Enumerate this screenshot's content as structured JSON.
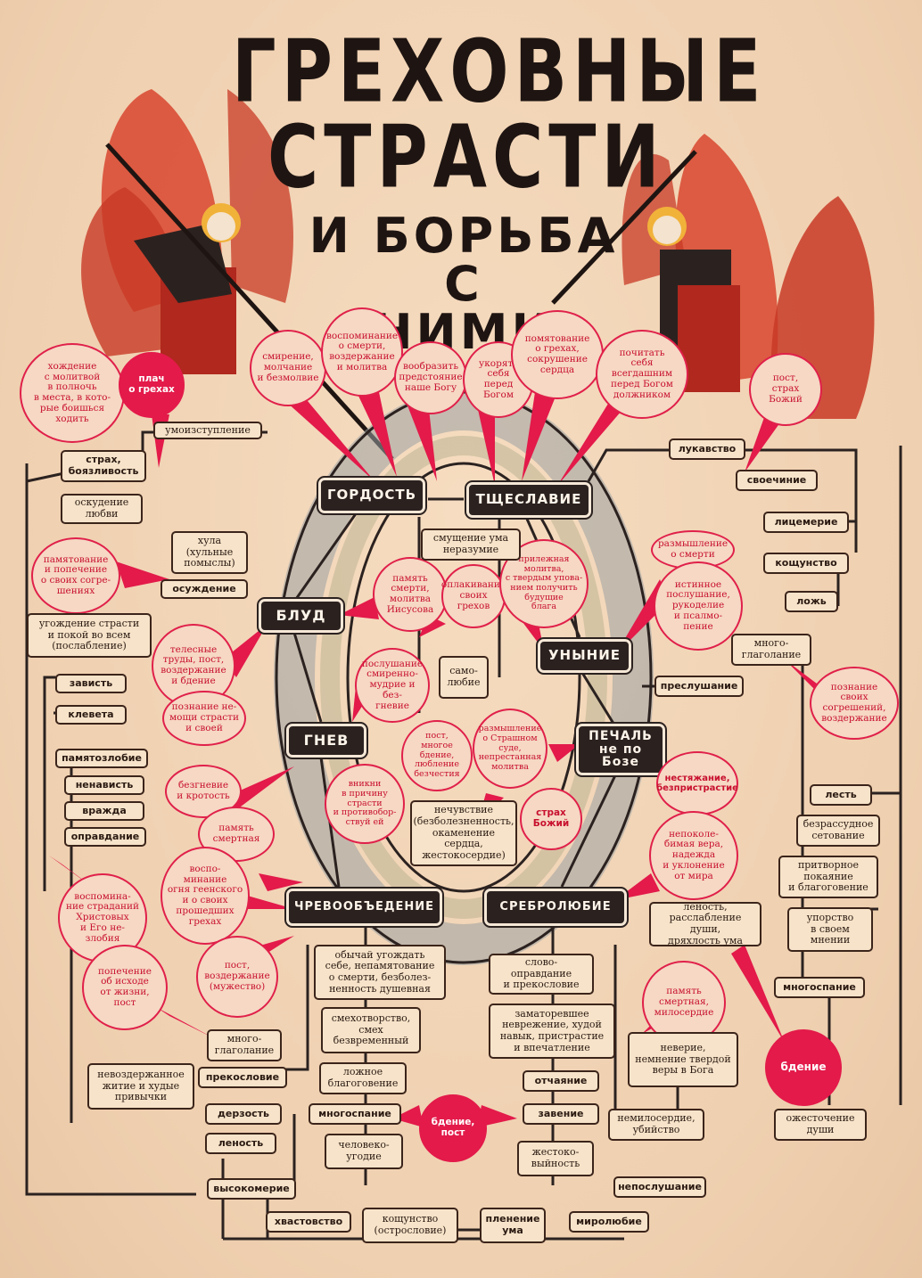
{
  "title": {
    "line1": "ГРЕХОВНЫЕ",
    "line2": "СТРАСТИ",
    "line3": "И БОРЬБА",
    "line4": "С НИМИ"
  },
  "colors": {
    "background": "#f3d6b8",
    "remedy_red": "#e0204a",
    "passion_dark": "#2b2220",
    "wing_red": "#d8452e"
  },
  "passions": {
    "gordost": "ГОРДОСТЬ",
    "tshcheslavie": "ТЩЕСЛАВИЕ",
    "blud": "БЛУД",
    "unynie": "УНЫНИЕ",
    "gnev": "ГНЕВ",
    "pechal": "ПЕЧАЛЬ\nне по Бозе",
    "chrevo": "ЧРЕВООБЪЕДЕНИЕ",
    "srebro": "СРЕБРОЛЮБИЕ"
  },
  "remedies": {
    "r_khozhdenie": "хождение\nс молитвой\nв полночь\nв места, в кото-\nрые боишься\nходить",
    "r_plach": "плач\nо грехах",
    "r_smirenie": "смирение,\nмолчание\nи безмолвие",
    "r_vospom": "воспоминание\nо смерти,\nвоздержание\nи молитва",
    "r_voobrazit": "вообразить\nпредстояние\nнаше Богу",
    "r_ukoryat": "укорять\nсебя\nперед\nБогом",
    "r_pomyat": "помятование\nо грехах,\nсокрушение\nсердца",
    "r_pochitat": "почитать\nсебя\nвсегдашним\nперед Богом\nдолжником",
    "r_post_strakh": "пост,\nстрах\nБожий",
    "r_pamyatovanie": "памятование\nи попечение\nо своих согре-\nшениях",
    "r_pamyat_smerti": "память\nсмерти,\nмолитва\nИисусова",
    "r_oplakivanie": "оплакивание\nсвоих\nгрехов",
    "r_prilezhnaya": "прилежная\nмолитва,\nс твердым упова-\nнием получить\nбудущие\nблага",
    "r_razmyshlenie_smerti": "размышление\nо смерти",
    "r_istinnoe": "истинное\nпослушание,\nрукоделие\nи псалмо-\nпение",
    "r_telesnye": "телесные\nтруды, пост,\nвоздержание\nи бдение",
    "r_poslushanie": "послушание\nсмиренно-\nмудрие и без-\nгневие",
    "r_poznanie_nemoshchi": "познание не-\nмощи страсти\nи своей",
    "r_poznanie_svoikh": "познание\nсвоих\nсогрешений,\nвоздержание",
    "r_post_mnogoe": "пост,\nмногое бдение,\nлюбление\nбезчестия",
    "r_razmyshlenie_sud": "размышление\nо Страшном\nсуде,\nнепрестанная\nмолитва",
    "r_bezgnevie": "безгневие\nи кротость",
    "r_vnikni": "вникни\nв причину\nстрасти\nи противобор-\nствуй ей",
    "r_strakh_bozhiy": "страх\nБожий",
    "r_nestyazhanie": "нестяжание,\nбезпристрастие",
    "r_nepokolebimaya": "непоколе-\nбимая вера,\nнадежда\nи уклонение\nот мира",
    "r_pamyat_smertnaya": "память\nсмертная",
    "r_vospominanie_ognya": "воспо-\nминание\nогня геенского\nи о своих\nпрошедших\nгрехах",
    "r_vospominanie_stradaniy": "воспомина-\nние страданий\nХристовых\nи Его не-\nзлобия",
    "r_popechenie": "попечение\nоб исходе\nот жизни,\nпост",
    "r_post_vozderzhanie": "пост,\nвоздержание\n(мужество)",
    "r_bdenie_post": "бдение,\nпост",
    "r_pamyat_miloserdie": "память\nсмертная,\nмилосердие",
    "r_bdenie": "бдение"
  },
  "sins": {
    "s_umoizstuplenie": "умоизступление",
    "s_strakh": "страх,\nбоязливость",
    "s_osuzhdenie_lyubvi": "оскудение\nлюбви",
    "s_khula": "хула\n(хульные\nпомыслы)",
    "s_osuzhdenie": "осуждение",
    "s_ugozhdenie": "угождение страсти\nи покой во всем\n(послабление)",
    "s_zavist": "зависть",
    "s_kleveta": "клевета",
    "s_pamyatozlobie": "памятозлобие",
    "s_nenavist": "ненависть",
    "s_vrazhda": "вражда",
    "s_opravdanie": "оправдание",
    "s_smushchenie": "смущение ума\nнеразумие",
    "s_samolyubie": "само-\nлюбие",
    "s_nechuvstvie": "нечувствие\n(безболезненность,\nокаменение сердца,\nжестокосердие)",
    "s_lukavstvo": "лукавство",
    "s_svoechinie": "своечиние",
    "s_litsemerie": "лицемерие",
    "s_koshchunstvo": "кощунство",
    "s_lozh": "ложь",
    "s_mnogoglagolanie_r": "много-\nглаголание",
    "s_preslushanie": "преслушание",
    "s_lest": "лесть",
    "s_bezrassudnoe": "безрассудное\nсетование",
    "s_pritvornoe": "притворное\nпокаяние\nи благоговение",
    "s_uporstvo": "упорство\nв своем\nмнении",
    "s_lenost_dushi": "леность,\nрасслабление души,\nдряхлость ума",
    "s_mnogospanie_r": "многоспание",
    "s_obychay": "обычай угождать\nсебе, непамятование\nо смерти, безболез-\nненность душевная",
    "s_slovoopravdanie": "слово-\nоправдание\nи прекословие",
    "s_smekhotvorstvo": "смехотворство,\nсмех\nбезвременный",
    "s_zamatorevshee": "заматоревшее\nневрежение, худой\nнавык, пристрастие\nи впечатление",
    "s_mnogoglagolanie_l": "много-\nглаголание",
    "s_nevozderzhannoe": "невоздержанное\nжитие и худые\nпривычки",
    "s_prekoslovie": "прекословие",
    "s_lozhnoe": "ложное\nблагоговение",
    "s_otchayanie": "отчаяние",
    "s_neverie": "неверие,\nнемнение твердой\nверы в Бога",
    "s_derzost": "дерзость",
    "s_mnogospanie_c": "многоспание",
    "s_zavenie": "завение",
    "s_nemiloserdie": "немилосердие,\nубийство",
    "s_ozhestochenie": "ожесточение\nдуши",
    "s_lenost": "леность",
    "s_cheloveko": "человеко-\nугодие",
    "s_zhestoko": "жестоко-\nвыйность",
    "s_vysokomerie": "высокомерие",
    "s_neposlushanie": "непослушание",
    "s_khvastovstvo": "хвастовство",
    "s_koshchunstvo_b": "кощунство\n(острословие)",
    "s_plenenie": "пленение\nума",
    "s_mirolyubie": "миролюбие"
  }
}
